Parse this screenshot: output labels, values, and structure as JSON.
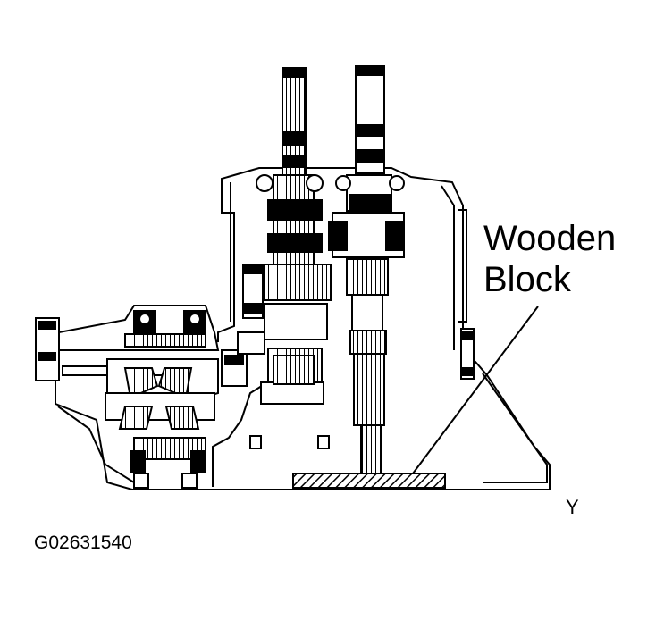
{
  "figure": {
    "callout_line1": "Wooden",
    "callout_line2": "Block",
    "view_letter": "Y",
    "figure_code": "G02631540"
  },
  "colors": {
    "ink": "#000000",
    "paper": "#ffffff"
  }
}
